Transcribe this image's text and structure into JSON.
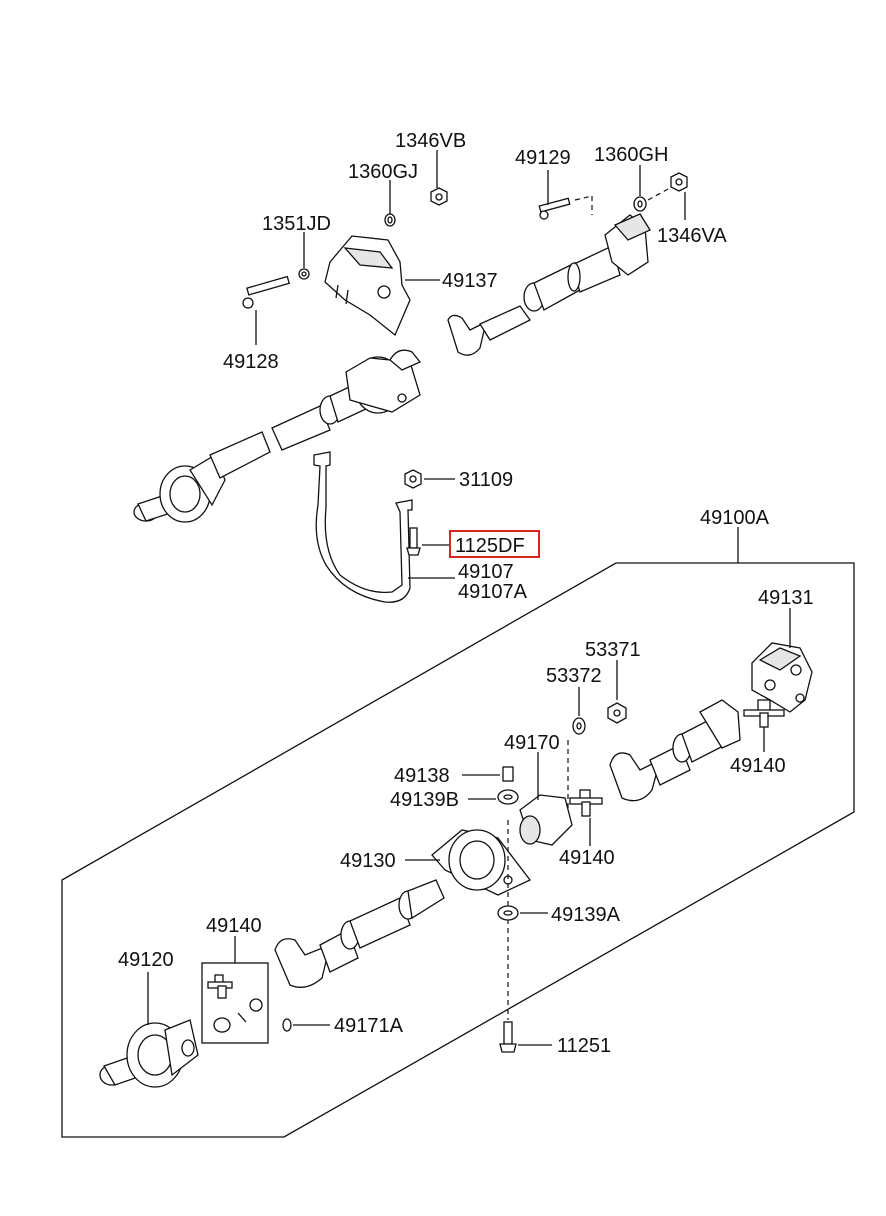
{
  "highlight_color": "#d9251c",
  "labels": {
    "p1346VB": "1346VB",
    "p1360GJ": "1360GJ",
    "p1351JD": "1351JD",
    "p49137": "49137",
    "p49128": "49128",
    "p49129": "49129",
    "p1360GH": "1360GH",
    "p1346VA": "1346VA",
    "p31109": "31109",
    "p1125DF": "1125DF",
    "p49107": "49107",
    "p49107A": "49107A",
    "p49100A": "49100A",
    "p49131": "49131",
    "p53371": "53371",
    "p53372": "53372",
    "p49170": "49170",
    "p49140_upper": "49140",
    "p49138": "49138",
    "p49139B": "49139B",
    "p49140_mid": "49140",
    "p49130": "49130",
    "p49139A": "49139A",
    "p49140_lower": "49140",
    "p49120": "49120",
    "p49171A": "49171A",
    "p11251": "11251"
  }
}
